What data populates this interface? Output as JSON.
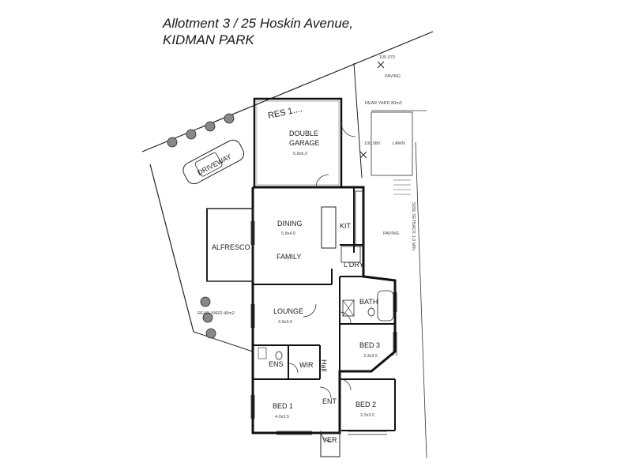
{
  "header": {
    "line1": "Allotment 3 / 25 Hoskin Avenue,",
    "line2": "KIDMAN PARK"
  },
  "plan": {
    "level_mark_top": "100.070",
    "level_mark_mid": "100.080",
    "paving_top": "PAVING",
    "rear_yard_right": "REAR YARD 80m2",
    "lawn": "LAWN",
    "paving_right": "PAVING",
    "res": "RES 1....",
    "garage": "DOUBLE",
    "garage2": "GARAGE",
    "garage_size": "5.8x6.0",
    "driveway": "DRIVEWAY",
    "dining": "DINING",
    "dining_size": "5.8x4.0",
    "kit": "KIT",
    "family": "FAMILY",
    "alfresco": "ALFRESCO",
    "lgry": "L'DRY",
    "bath": "BATH",
    "lounge": "LOUNGE",
    "lounge_size": "3.9x3.6",
    "rear_yard_left": "REAR YARD 40m2",
    "bed3": "BED 3",
    "bed3_size": "3.3x3.5",
    "hall": "Hall",
    "ens": "ENS",
    "wir": "WIR",
    "bed1": "BED 1",
    "bed1_size": "4.0x3.5",
    "ent": "ENT",
    "bed2": "BED 2",
    "bed2_size": "3.3x3.5",
    "ver": "VER",
    "side_note": "SIDE SETBACK 1.0 MIN"
  }
}
